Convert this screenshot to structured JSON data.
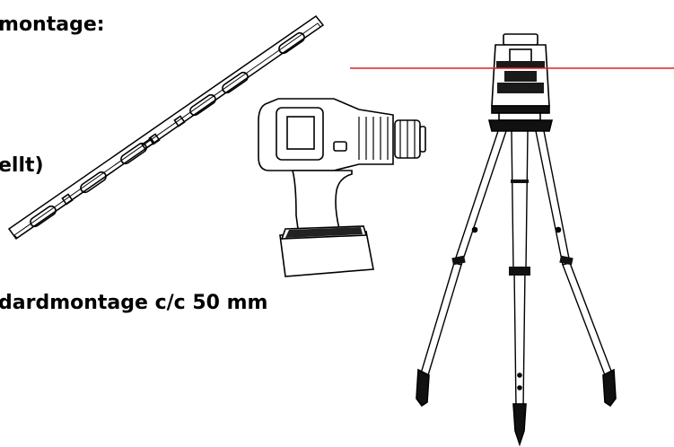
{
  "labels": {
    "mounting_heading": "ontage:",
    "mounting_heading_prefix": "m",
    "note_fragment": "ellt)",
    "standard_mounting": "dardmontage c/c 50 mm"
  },
  "colors": {
    "laser_line": "#e02020",
    "line_art": "#000000",
    "background": "#ffffff"
  },
  "illustrations": [
    "spirit-level",
    "cordless-drill",
    "line-laser-on-tripod"
  ]
}
